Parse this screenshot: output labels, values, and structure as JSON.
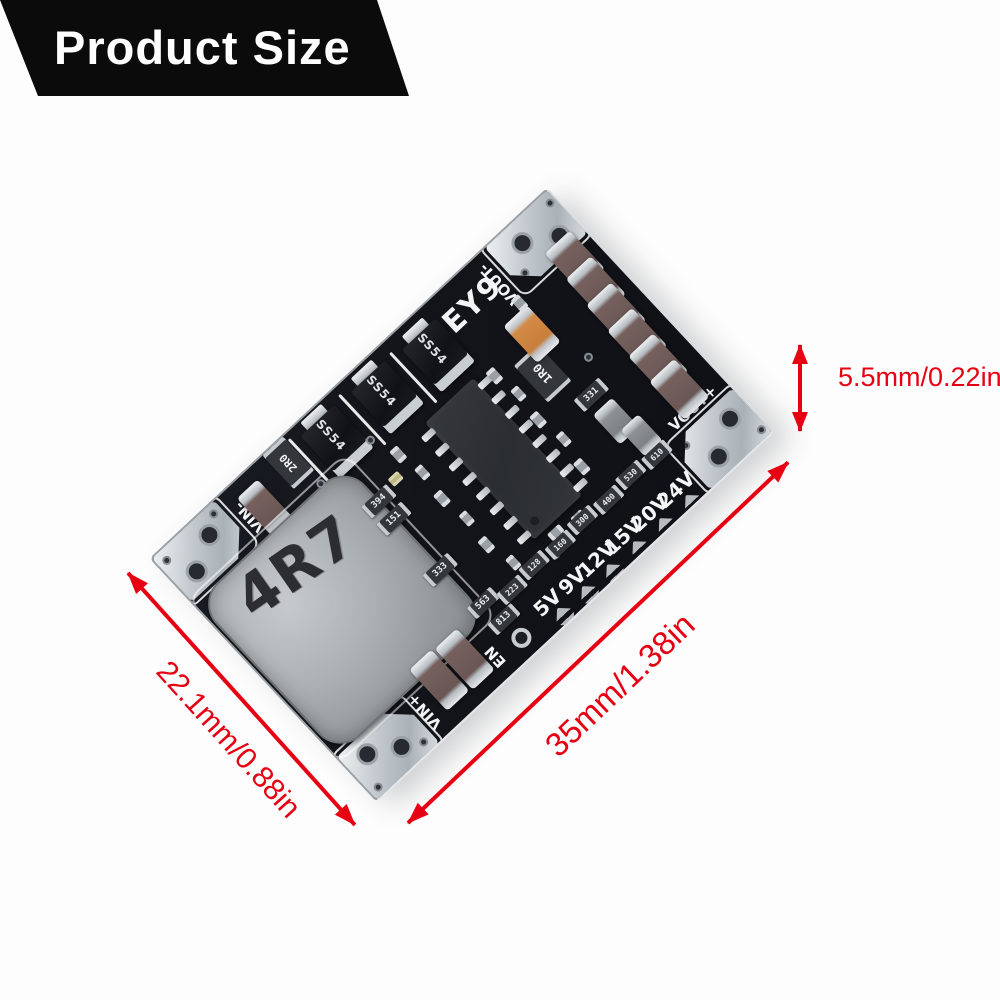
{
  "banner": {
    "title": "Product Size"
  },
  "dimensions": {
    "length_label": "35mm/1.38in",
    "width_label": "22.1mm/0.88in",
    "thickness_label": "5.5mm/0.22in"
  },
  "pcb": {
    "brand": "EY9",
    "pad_labels": {
      "vout_minus": "VOUT-",
      "vout_plus": "VOUT+",
      "vin_minus": "VIN-",
      "vin_plus": "VIN+"
    },
    "enable_label": "EN",
    "inductor_marking": "4R7",
    "small_inductor_marking": "2R0",
    "filter_marking": "1R0",
    "diodes": [
      "SS54",
      "SS54",
      "SS54"
    ],
    "voltage_options": [
      "5V",
      "9V",
      "12V",
      "15V",
      "20V",
      "24V"
    ],
    "jumper_resistors": [
      "223",
      "128",
      "160",
      "300",
      "400",
      "530",
      "610"
    ],
    "misc_resistors": [
      "394",
      "151",
      "333",
      "331",
      "563",
      "813"
    ]
  },
  "colors": {
    "accent_red": "#e60012",
    "pcb_black": "#13151b",
    "silkscreen_white": "#f3f5f6",
    "banner_black": "#0b0b0b"
  }
}
